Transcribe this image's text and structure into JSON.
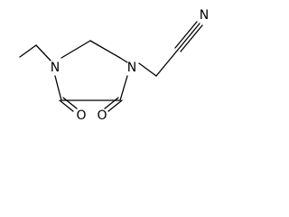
{
  "molecule": {
    "atoms": {
      "n_left": "N",
      "n_right": "N",
      "o_left": "O",
      "o_right": "O",
      "n_nitrile": "N"
    }
  }
}
